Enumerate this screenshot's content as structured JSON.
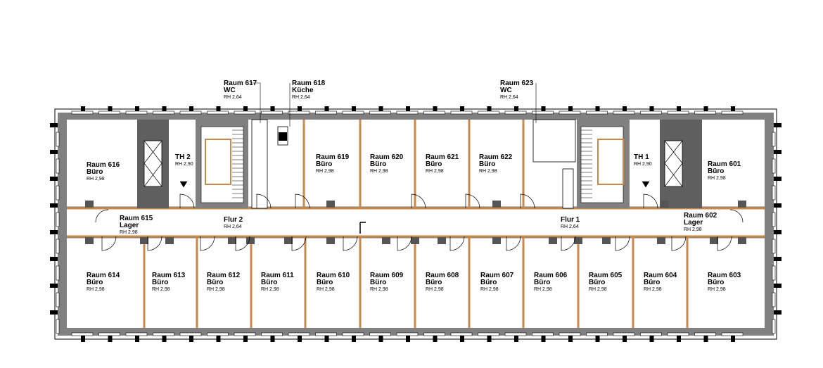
{
  "plan": {
    "rooms": [
      {
        "id": "r616",
        "name": "Raum 616",
        "use": "Büro",
        "rh": "RH 2,98"
      },
      {
        "id": "th2",
        "name": "TH 2",
        "use": "",
        "rh": "RH 2,90"
      },
      {
        "id": "r617",
        "name": "Raum 617",
        "use": "WC",
        "rh": "RH 2,64"
      },
      {
        "id": "r618",
        "name": "Raum 618",
        "use": "Küche",
        "rh": "RH 2,64"
      },
      {
        "id": "r619",
        "name": "Raum 619",
        "use": "Büro",
        "rh": "RH 2,98"
      },
      {
        "id": "r620",
        "name": "Raum 620",
        "use": "Büro",
        "rh": "RH 2,98"
      },
      {
        "id": "r621",
        "name": "Raum 621",
        "use": "Büro",
        "rh": "RH 2,98"
      },
      {
        "id": "r622",
        "name": "Raum 622",
        "use": "Büro",
        "rh": "RH 2,98"
      },
      {
        "id": "r623",
        "name": "Raum 623",
        "use": "WC",
        "rh": "RH 2,64"
      },
      {
        "id": "th1",
        "name": "TH 1",
        "use": "",
        "rh": "RH 2,90"
      },
      {
        "id": "r601",
        "name": "Raum 601",
        "use": "Büro",
        "rh": "RH 2,98"
      },
      {
        "id": "r615",
        "name": "Raum 615",
        "use": "Lager",
        "rh": "RH 2,98"
      },
      {
        "id": "flur2",
        "name": "Flur 2",
        "use": "",
        "rh": "RH 2,64"
      },
      {
        "id": "flur1",
        "name": "Flur 1",
        "use": "",
        "rh": "RH 2,64"
      },
      {
        "id": "r602",
        "name": "Raum 602",
        "use": "Lager",
        "rh": "RH 2,98"
      },
      {
        "id": "r614",
        "name": "Raum 614",
        "use": "Büro",
        "rh": "RH 2,98"
      },
      {
        "id": "r613",
        "name": "Raum 613",
        "use": "Büro",
        "rh": "RH 2,98"
      },
      {
        "id": "r612",
        "name": "Raum 612",
        "use": "Büro",
        "rh": "RH 2,98"
      },
      {
        "id": "r611",
        "name": "Raum 611",
        "use": "Büro",
        "rh": "RH 2,98"
      },
      {
        "id": "r610",
        "name": "Raum 610",
        "use": "Büro",
        "rh": "RH 2,98"
      },
      {
        "id": "r609",
        "name": "Raum 609",
        "use": "Büro",
        "rh": "RH 2,98"
      },
      {
        "id": "r608",
        "name": "Raum 608",
        "use": "Büro",
        "rh": "RH 2,98"
      },
      {
        "id": "r607",
        "name": "Raum 607",
        "use": "Büro",
        "rh": "RH 2,98"
      },
      {
        "id": "r606",
        "name": "Raum 606",
        "use": "Büro",
        "rh": "RH 2,98"
      },
      {
        "id": "r605",
        "name": "Raum 605",
        "use": "Büro",
        "rh": "RH 2,98"
      },
      {
        "id": "r604",
        "name": "Raum 604",
        "use": "Büro",
        "rh": "RH 2,98"
      },
      {
        "id": "r603",
        "name": "Raum 603",
        "use": "Büro",
        "rh": "RH 2,98"
      }
    ],
    "colors": {
      "wall": "#808080",
      "wall_dark": "#5f5f5f",
      "partition": "#c8894a",
      "line": "#000000",
      "background": "#ffffff"
    }
  }
}
